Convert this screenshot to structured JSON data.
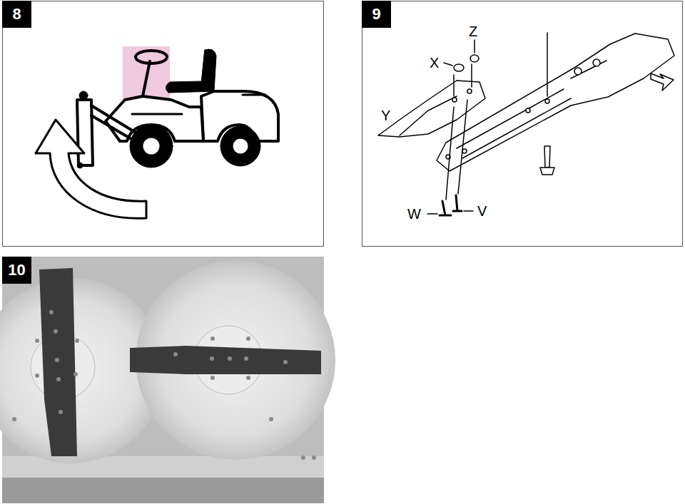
{
  "diagram": {
    "nodes": [
      {
        "text": [
          "8"
        ]
      },
      {
        "text": [
          "9"
        ]
      },
      {
        "text": [
          "10"
        ]
      }
    ],
    "labels": [
      "X",
      "Z",
      "Y",
      "W",
      "V"
    ]
  }
}
